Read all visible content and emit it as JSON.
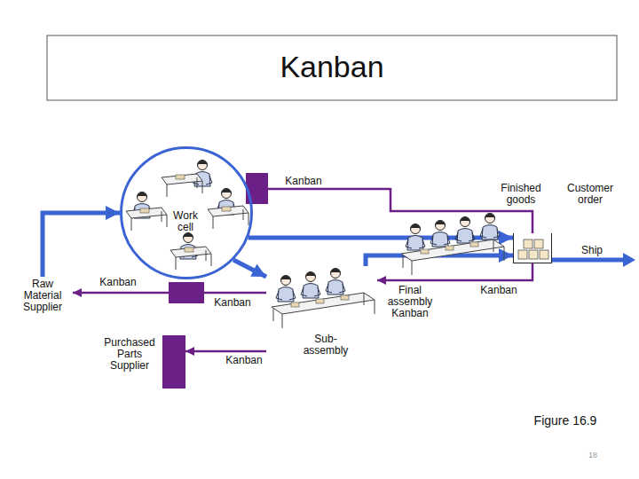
{
  "diagram": {
    "title": "Kanban",
    "caption": "Figure 16.9",
    "nodes": [
      {
        "text": [
          "Work cell"
        ]
      },
      {
        "text": [
          "Raw Material Supplier"
        ]
      },
      {
        "text": [
          "Purchased Parts Supplier"
        ]
      },
      {
        "text": [
          "Sub-assembly"
        ]
      },
      {
        "text": [
          "Finished goods",
          "Ship"
        ]
      }
    ],
    "edges": [
      {
        "from": 1,
        "to": 0,
        "arrow": "to"
      },
      {
        "from": 0,
        "to": 4,
        "arrow": "to"
      },
      {
        "from": 0,
        "to": 3,
        "arrow": "to"
      },
      {
        "from": 3,
        "to": 4,
        "arrow": "to"
      },
      {
        "from": 4,
        "to": 0,
        "label": "Kanban",
        "arrow": "to"
      },
      {
        "from": 3,
        "to": 1,
        "label": "Kanban",
        "arrow": "to"
      },
      {
        "from": 3,
        "to": 2,
        "label": "Kanban",
        "arrow": "to"
      },
      {
        "from": 4,
        "to": 3,
        "label": "Final assembly Kanban",
        "arrow": "to"
      }
    ],
    "labels": [
      "Kanban",
      "Kanban",
      "Customer order",
      "18"
    ]
  }
}
